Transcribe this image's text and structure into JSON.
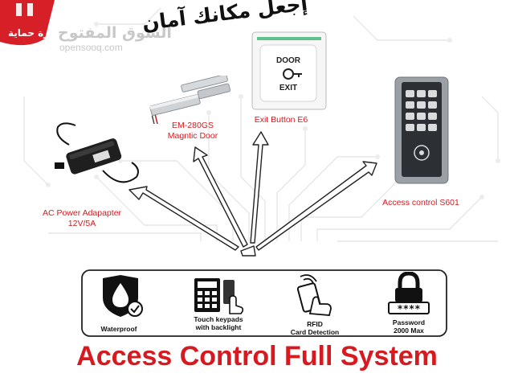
{
  "headline_ar": "إجعل مكانك آمان",
  "watermark": {
    "sticker_text": "أجهزة حماية",
    "brand_ar": "السوق المفتوح",
    "brand_en": "opensooq.com"
  },
  "products": [
    {
      "line1": "EM-280GS",
      "line2": "Magntic Door",
      "icon": "magnetic-lock"
    },
    {
      "line1": "Exit Button E6",
      "line2": "",
      "icon": "exit-button"
    },
    {
      "line1": "Access control S601",
      "line2": "",
      "icon": "keypad-reader"
    },
    {
      "line1": "AC Power Adapapter",
      "line2": "12V/5A",
      "icon": "power-adapter"
    }
  ],
  "exit_button_text": {
    "top": "DOOR",
    "bottom": "EXIT"
  },
  "features": [
    {
      "line1": "Waterproof",
      "line2": "",
      "icon": "water-drop-shield-icon"
    },
    {
      "line1": "Touch keypads",
      "line2": "with backlight",
      "icon": "touch-keypad-icon"
    },
    {
      "line1": "RFID",
      "line2": "Card Detection",
      "icon": "rfid-card-icon"
    },
    {
      "line1": "Password",
      "line2": "2000 Max",
      "icon": "padlock-icon"
    }
  ],
  "password_mask": "****",
  "title": "Access Control Full System",
  "colors": {
    "accent": "#d71920",
    "text": "#111111",
    "watermark": "#c8c8c8",
    "circuit": "#e4e4e4"
  }
}
